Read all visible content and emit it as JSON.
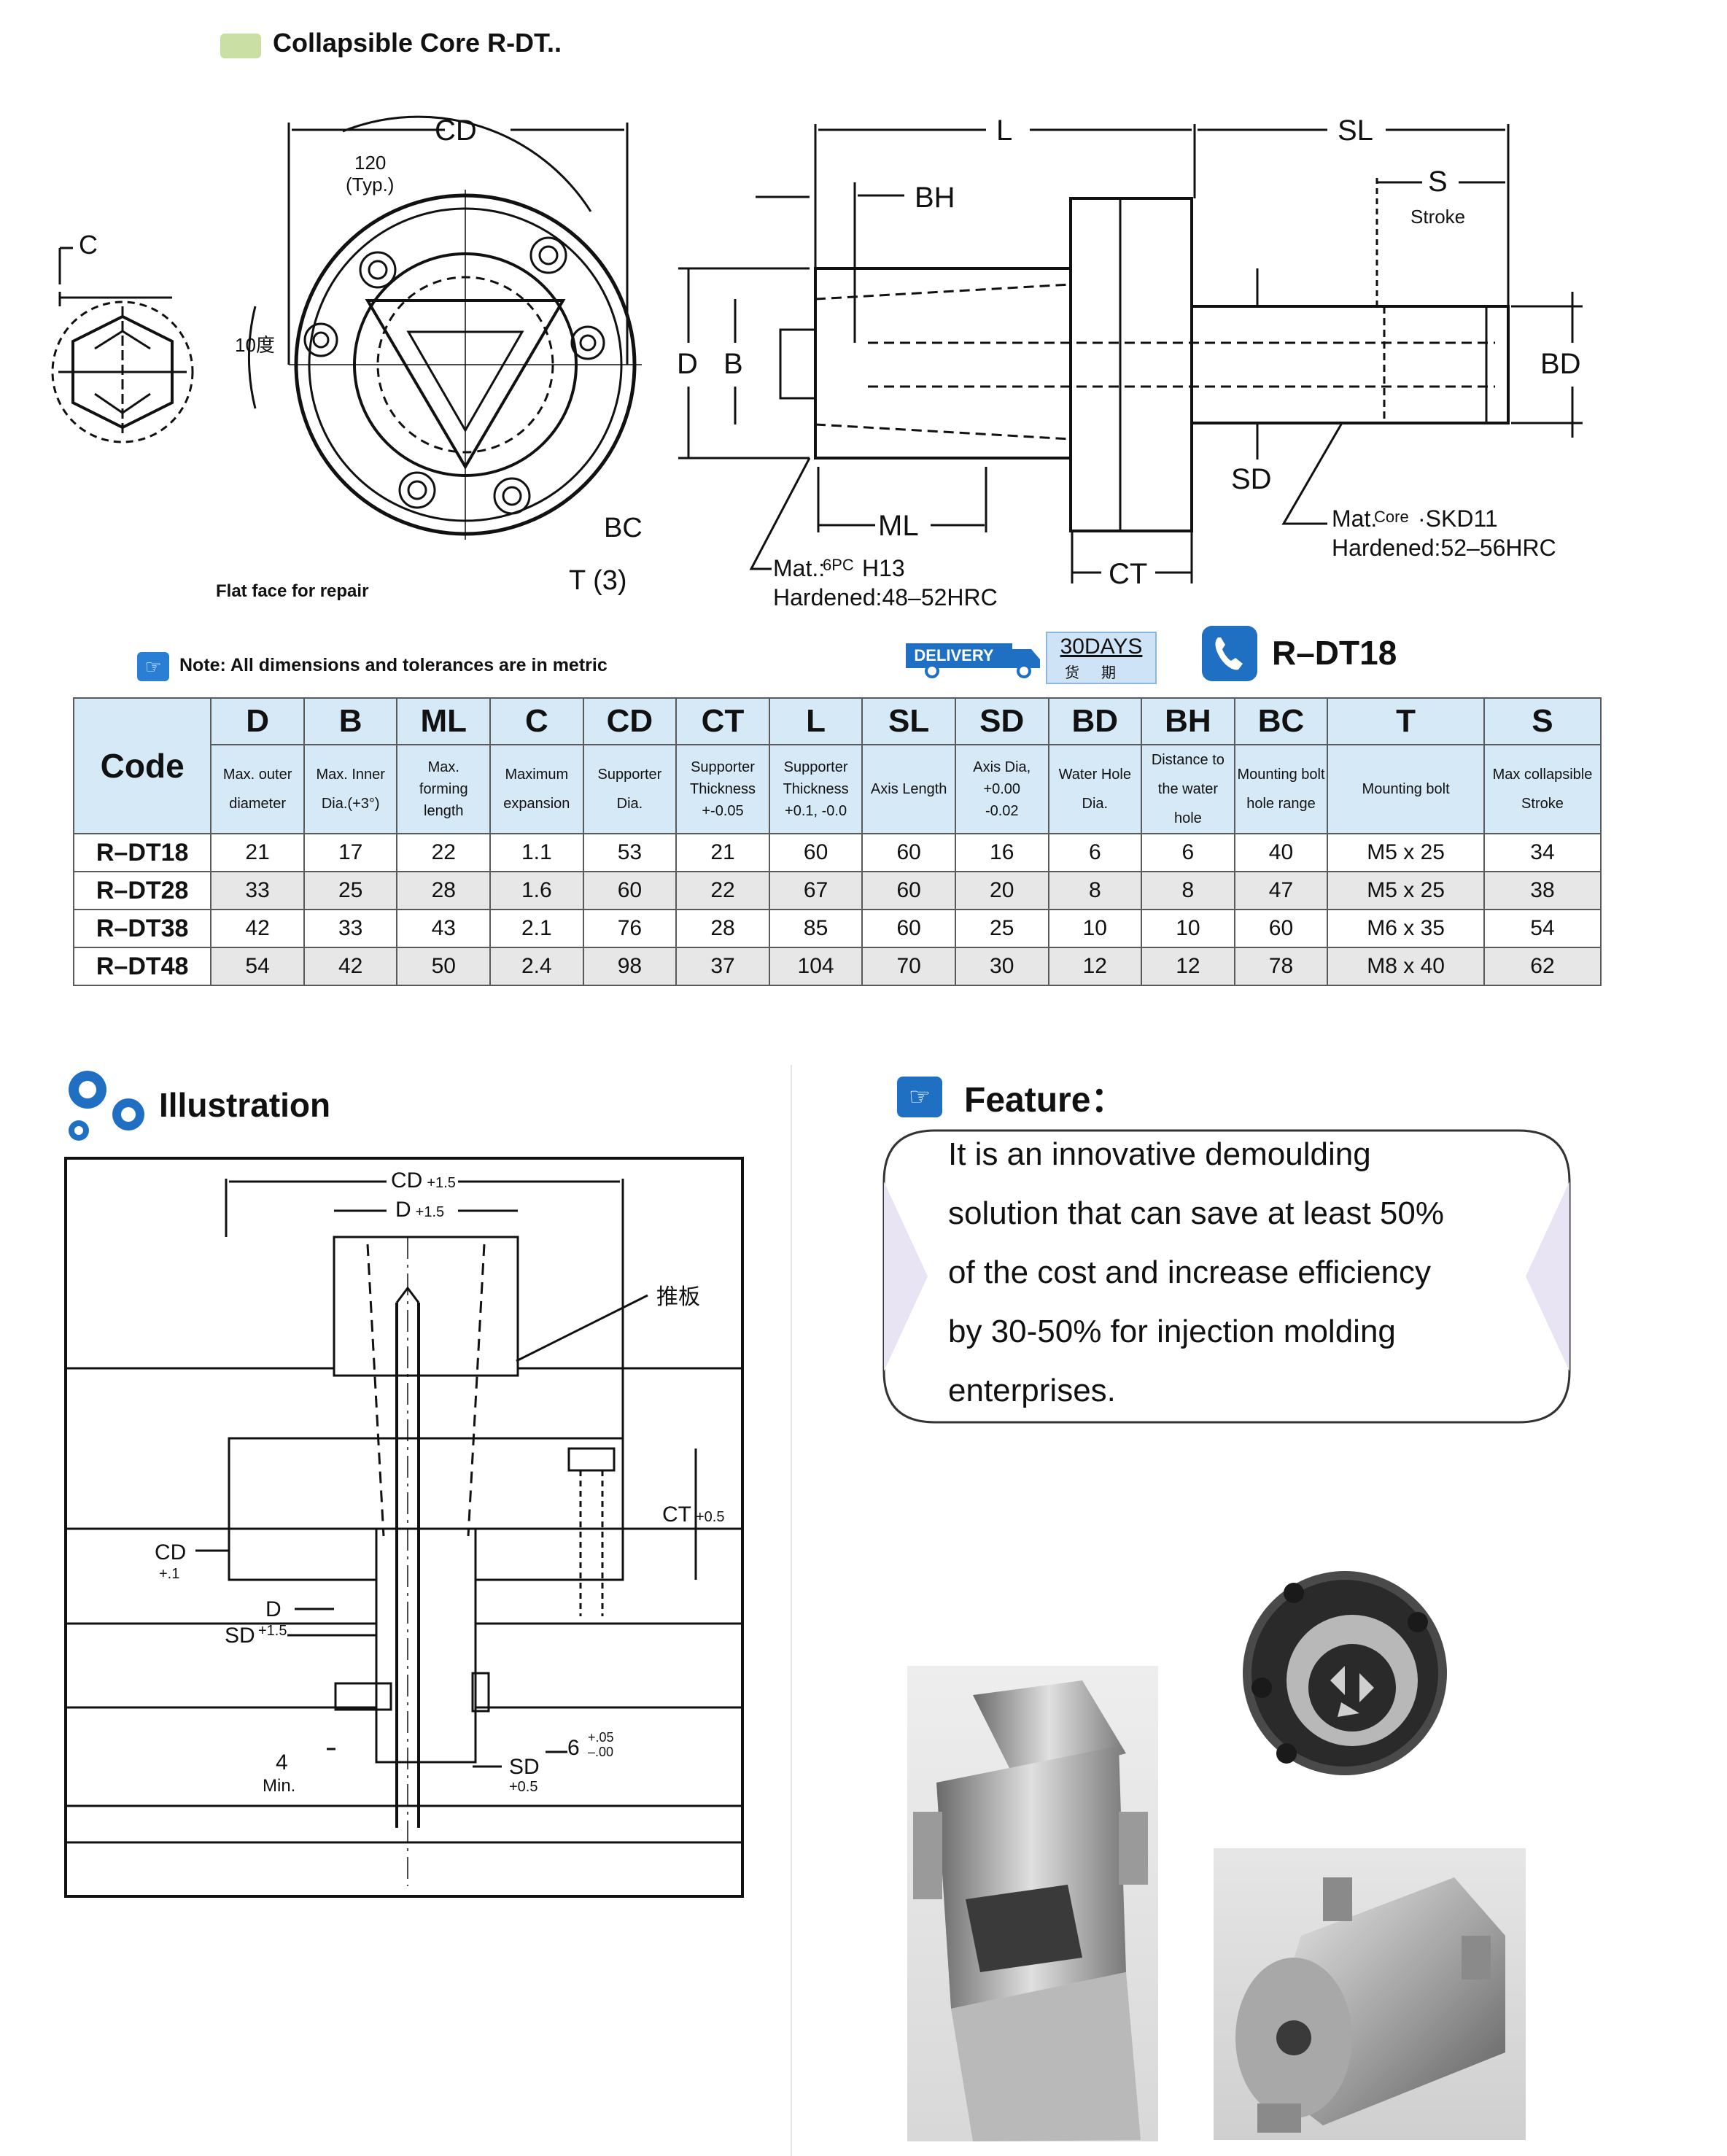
{
  "header": {
    "title": "Collapsible Core R-DT.."
  },
  "drawing": {
    "c": "C",
    "cd": "CD",
    "angle": "120",
    "angle_typ": "(Typ.)",
    "deg10": "10度",
    "bc": "BC",
    "t3": "T (3)",
    "flat_face": "Flat face for repair",
    "l": "L",
    "sl": "SL",
    "s": "S",
    "stroke": "Stroke",
    "bh": "BH",
    "d": "D",
    "b": "B",
    "bd": "BD",
    "sd": "SD",
    "ml": "ML",
    "ct": "CT",
    "mat1_prefix": "Mat.:",
    "mat1_sup": "6PC",
    "mat1_val": "H13",
    "hard1": "Hardened:48–52HRC",
    "mat2_prefix": "Mat.",
    "mat2_sup": "Core",
    "mat2_val": "·SKD11",
    "hard2": "Hardened:52–56HRC"
  },
  "note": {
    "icon": "hand-pointer-icon",
    "text": "Note: All dimensions and tolerances are in metric"
  },
  "delivery": {
    "label": "DELIVERY",
    "days": "30DAYS",
    "sub1": "货",
    "sub2": "期"
  },
  "model": "R–DT18",
  "table": {
    "code_header": "Code",
    "columns": [
      {
        "sym": "D",
        "desc": [
          "Max. outer",
          "diameter"
        ]
      },
      {
        "sym": "B",
        "desc": [
          "Max. Inner",
          "Dia.(+3°)"
        ]
      },
      {
        "sym": "ML",
        "desc": [
          "Max.",
          "forming",
          "length"
        ]
      },
      {
        "sym": "C",
        "desc": [
          "Maximum",
          "expansion"
        ]
      },
      {
        "sym": "CD",
        "desc": [
          "Supporter",
          "Dia."
        ]
      },
      {
        "sym": "CT",
        "desc": [
          "Supporter",
          "Thickness",
          "+-0.05"
        ]
      },
      {
        "sym": "L",
        "desc": [
          "Supporter",
          "Thickness",
          "+0.1, -0.0"
        ]
      },
      {
        "sym": "SL",
        "desc": [
          "Axis Length"
        ]
      },
      {
        "sym": "SD",
        "desc": [
          "Axis Dia,",
          "+0.00",
          "-0.02"
        ]
      },
      {
        "sym": "BD",
        "desc": [
          "Water Hole",
          "Dia."
        ]
      },
      {
        "sym": "BH",
        "desc": [
          "Distance to",
          "the water hole"
        ]
      },
      {
        "sym": "BC",
        "desc": [
          "Mounting bolt",
          "hole range"
        ]
      },
      {
        "sym": "T",
        "desc": [
          "Mounting bolt"
        ]
      },
      {
        "sym": "S",
        "desc": [
          "Max collapsible",
          "Stroke"
        ]
      }
    ],
    "rows": [
      {
        "code": "R–DT18",
        "values": [
          "21",
          "17",
          "22",
          "1.1",
          "53",
          "21",
          "60",
          "60",
          "16",
          "6",
          "6",
          "40",
          "M5 x 25",
          "34"
        ]
      },
      {
        "code": "R–DT28",
        "values": [
          "33",
          "25",
          "28",
          "1.6",
          "60",
          "22",
          "67",
          "60",
          "20",
          "8",
          "8",
          "47",
          "M5 x 25",
          "38"
        ]
      },
      {
        "code": "R–DT38",
        "values": [
          "42",
          "33",
          "43",
          "2.1",
          "76",
          "28",
          "85",
          "60",
          "25",
          "10",
          "10",
          "60",
          "M6 x 35",
          "54"
        ]
      },
      {
        "code": "R–DT48",
        "values": [
          "54",
          "42",
          "50",
          "2.4",
          "98",
          "37",
          "104",
          "70",
          "30",
          "12",
          "12",
          "78",
          "M8 x 40",
          "62"
        ]
      }
    ]
  },
  "illustration": {
    "title": "Illustration",
    "cd": "CD",
    "cd_tol": "+1.5",
    "d": "D",
    "d_tol": "+1.5",
    "plate": "推板",
    "ct": "CT",
    "ct_tol": "+0.5",
    "cd2": "CD",
    "cd2_tol": "+.1",
    "d2": "D",
    "d2_tol": "+1.5",
    "sd": "SD",
    "six": "6",
    "six_tol1": "+.05",
    "six_tol2": "–.00",
    "four": "4",
    "min": "Min.",
    "sd2": "SD",
    "sd2_tol": "+0.5"
  },
  "feature": {
    "title": "Feature",
    "colon": "：",
    "lines": [
      "It is an innovative demoulding",
      "solution that can save at least 50%",
      "of the cost and increase efficiency",
      "by 30-50% for injection molding",
      "enterprises."
    ]
  }
}
